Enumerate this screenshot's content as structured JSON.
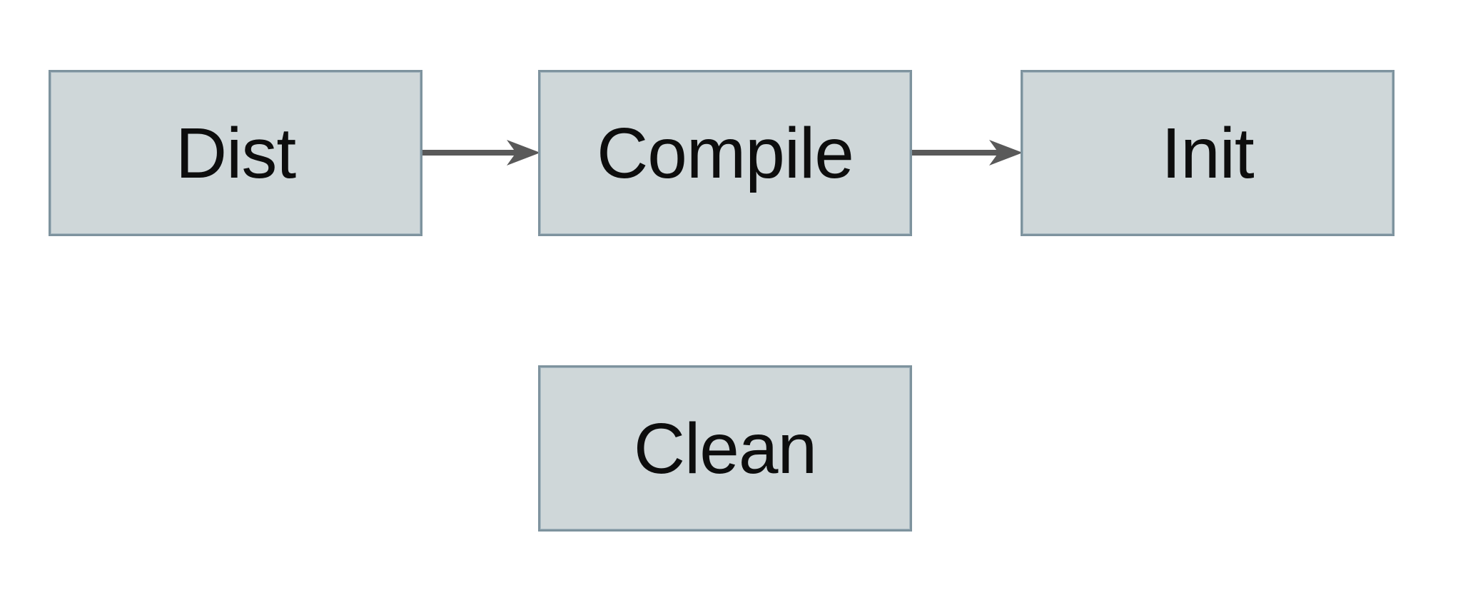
{
  "diagram": {
    "background_color": "#ffffff",
    "nodes": [
      {
        "id": "dist",
        "label": "Dist"
      },
      {
        "id": "compile",
        "label": "Compile"
      },
      {
        "id": "init",
        "label": "Init"
      },
      {
        "id": "clean",
        "label": "Clean"
      }
    ],
    "edges": [
      {
        "from": "Dist",
        "to": "Compile",
        "direction": "right"
      },
      {
        "from": "Compile",
        "to": "Init",
        "direction": "right"
      }
    ],
    "colors": {
      "node_fill": "#cfd7d9",
      "node_border": "#7e939e",
      "arrow": "#595959",
      "label_text": "#0d0d0d"
    }
  }
}
